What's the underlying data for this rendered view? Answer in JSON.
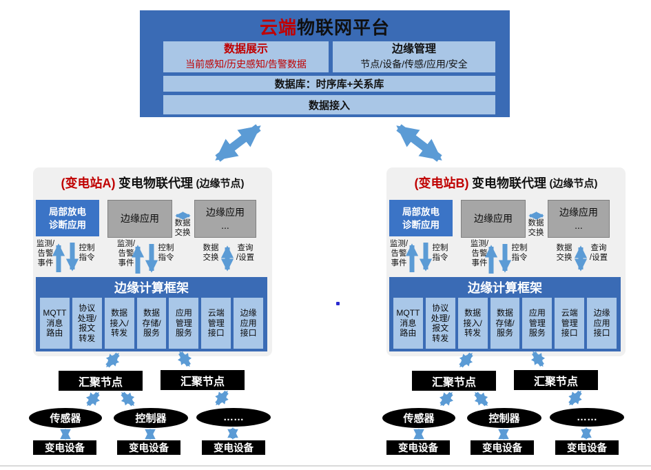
{
  "cloud": {
    "title_red": "云端",
    "title_rest": "物联网平台",
    "data_display_title": "数据展示",
    "data_display_subtitle": "当前感知/历史感知/告警数据",
    "edge_mgmt_title": "边缘管理",
    "edge_mgmt_subtitle": "节点/设备/传感/应用/安全",
    "database_label": "数据库：时序库+关系库",
    "data_access_label": "数据接入"
  },
  "labels": {
    "monitor_events": "监测/\n告警\n事件",
    "control_cmd": "控制\n指令",
    "data_exchange": "数据\n交换",
    "query_set": "查询\n/设置"
  },
  "stations": [
    {
      "station_name": "(变电站A)",
      "agent_title": "变电物联代理",
      "node_suffix": "(边缘节点)",
      "pd_app": "局部放电\n诊断应用",
      "edge_app": "边缘应用",
      "edge_app_more": "边缘应用\n...",
      "framework_title": "边缘计算框架",
      "modules": [
        "MQTT\n消息\n路由",
        "协议\n处理/\n报文\n转发",
        "数据\n接入/\n转发",
        "数据\n存储/\n服务",
        "应用\n管理\n服务",
        "云端\n管理\n接口",
        "边缘\n应用\n接口"
      ],
      "agg_node_1": "汇聚节点",
      "agg_node_2": "汇聚节点",
      "sensor": "传感器",
      "controller": "控制器",
      "more": "……",
      "equipment_1": "变电设备",
      "equipment_2": "变电设备",
      "equipment_3": "变电设备"
    },
    {
      "station_name": "(变电站B)",
      "agent_title": "变电物联代理",
      "node_suffix": "(边缘节点)",
      "pd_app": "局部放电\n诊断应用",
      "edge_app": "边缘应用",
      "edge_app_more": "边缘应用\n...",
      "framework_title": "边缘计算框架",
      "modules": [
        "MQTT\n消息\n路由",
        "协议\n处理/\n报文\n转发",
        "数据\n接入/\n转发",
        "数据\n存储/\n服务",
        "应用\n管理\n服务",
        "云端\n管理\n接口",
        "边缘\n应用\n接口"
      ],
      "agg_node_1": "汇聚节点",
      "agg_node_2": "汇聚节点",
      "sensor": "传感器",
      "controller": "控制器",
      "more": "……",
      "equipment_1": "变电设备",
      "equipment_2": "变电设备",
      "equipment_3": "变电设备"
    }
  ],
  "colors": {
    "cloud_blue": "#3a6bb5",
    "light_blue": "#a9c6e6",
    "arrow_blue": "#5b9bd5",
    "accent_red": "#c00000"
  }
}
